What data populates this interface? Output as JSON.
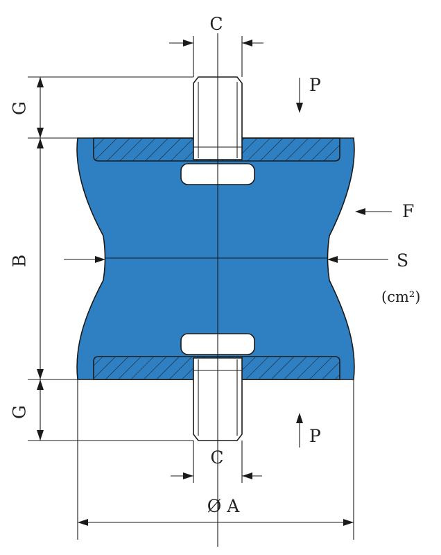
{
  "labels": {
    "c_top": "C",
    "c_bottom": "C",
    "g_top": "G",
    "g_bottom": "G",
    "b": "B",
    "p_top": "P",
    "p_bottom": "P",
    "f": "F",
    "s": "S",
    "s_unit": "(cm²)",
    "diameter_a": "Ø A"
  },
  "colors": {
    "rubber": "#2f80c3",
    "line": "#1a1a1a",
    "plate": "#ffffff"
  }
}
